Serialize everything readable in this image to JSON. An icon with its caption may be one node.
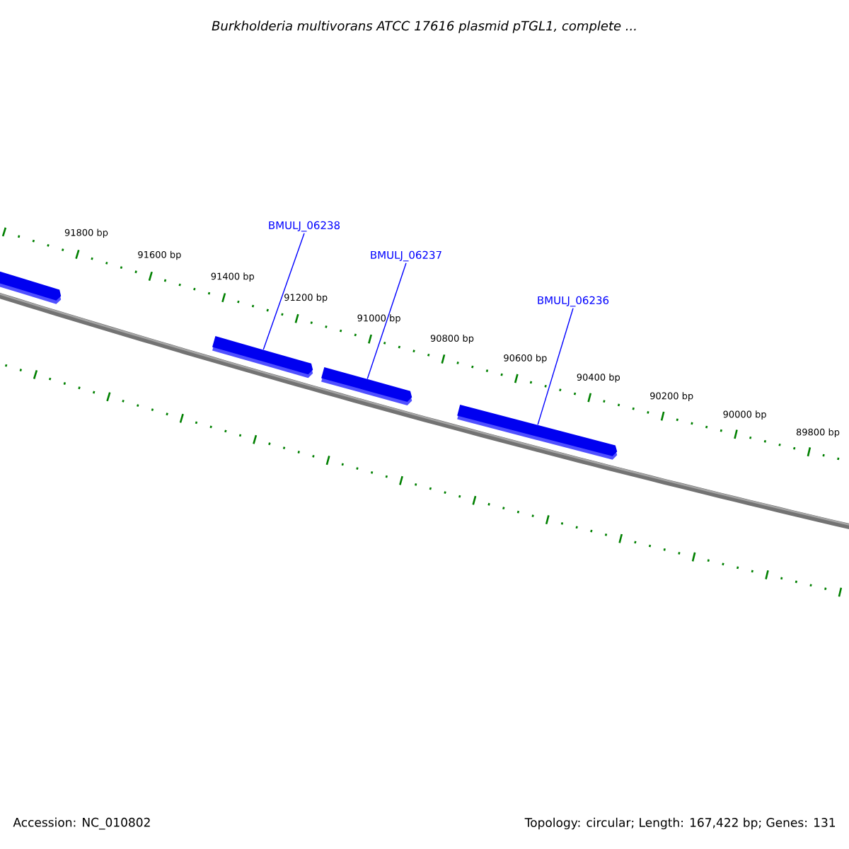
{
  "diagram": {
    "title": "Burkholderia multivorans ATCC 17616 plasmid pTGL1, complete ...",
    "nodes": [
      {
        "text": [
          "BMULJ_06238"
        ]
      },
      {
        "text": [
          "BMULJ_06237"
        ]
      },
      {
        "text": [
          "BMULJ_06236"
        ]
      },
      {
        "text": [],
        "shape": "bar"
      },
      {
        "text": [],
        "shape": "bar"
      },
      {
        "text": [],
        "shape": "bar"
      },
      {
        "text": [],
        "shape": "bar"
      }
    ],
    "edges": [
      {
        "from": 0,
        "to": 4,
        "arrow": "none",
        "color": "#0000ff"
      },
      {
        "from": 1,
        "to": 5,
        "arrow": "none",
        "color": "#0000ff"
      },
      {
        "from": 2,
        "to": 6,
        "arrow": "none",
        "color": "#0000ff"
      }
    ],
    "labels": [
      "91800 bp",
      "91600 bp",
      "91400 bp",
      "91200 bp",
      "91000 bp",
      "90800 bp",
      "90600 bp",
      "90400 bp",
      "90200 bp",
      "90000 bp",
      "89800 bp",
      "Accession: NC_010802",
      "Topology: circular; Length: 167,422 bp; Genes: 131"
    ]
  }
}
